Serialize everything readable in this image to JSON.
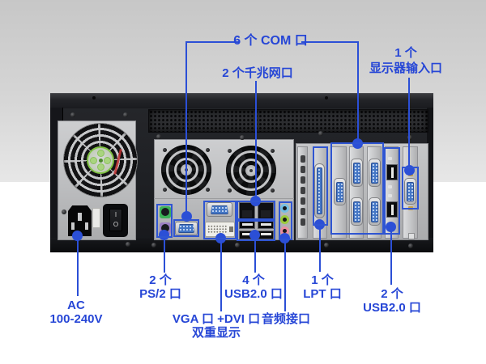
{
  "annotations": {
    "com": {
      "label": "6 个 COM 口"
    },
    "lan": {
      "label": "2 个千兆网口"
    },
    "display_input": {
      "line1": "1 个",
      "line2": "显示器输入口"
    },
    "ps2": {
      "line1": "2 个",
      "line2": "PS/2 口"
    },
    "usb_rear": {
      "line1": "4 个",
      "line2": "USB2.0 口"
    },
    "lpt": {
      "line1": "1 个",
      "line2": "LPT 口"
    },
    "usb_card": {
      "line1": "2 个",
      "line2": "USB2.0 口"
    },
    "ac_power": {
      "line1": "AC",
      "line2": "100-240V"
    },
    "vga_dvi": {
      "line1": "VGA 口 +DVI 口",
      "line2": "双重显示"
    },
    "audio": {
      "label": "音频接口"
    }
  },
  "power_switch": {
    "on_mark": "I",
    "off_mark": "O"
  },
  "colors": {
    "annotation_blue": "#2b4fd6",
    "port_blue": "#4577c5",
    "ps2_green": "#3cb257",
    "ps2_purple": "#9b7fc3",
    "audio_line_in_blue": "#74bfe4",
    "audio_line_out_green": "#9ccb3b",
    "audio_mic_pink": "#ec8f9f",
    "psu_fan_green": "#7fc242"
  }
}
